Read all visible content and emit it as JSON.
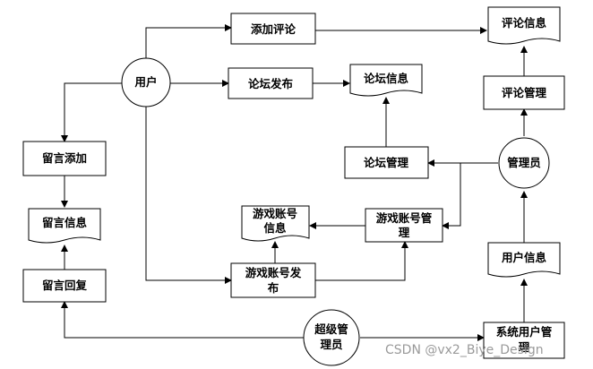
{
  "nodes": {
    "user": "用户",
    "admin": "管理员",
    "super_admin": [
      "超级管",
      "理员"
    ],
    "add_comment": "添加评论",
    "comment_info": "评论信息",
    "comment_mgmt": "评论管理",
    "forum_post": "论坛发布",
    "forum_info": "论坛信息",
    "forum_mgmt": "论坛管理",
    "msg_add": "留言添加",
    "msg_info": "留言信息",
    "msg_reply": "留言回复",
    "game_acct_info": [
      "游戏账号",
      "信息"
    ],
    "game_acct_mgmt": [
      "游戏账号管",
      "理"
    ],
    "game_acct_post": [
      "游戏账号发",
      "布"
    ],
    "user_info": "用户信息",
    "sys_user_mgmt": [
      "系统用户管",
      "理"
    ]
  },
  "watermark": "CSDN @vx2_Biye_Design"
}
